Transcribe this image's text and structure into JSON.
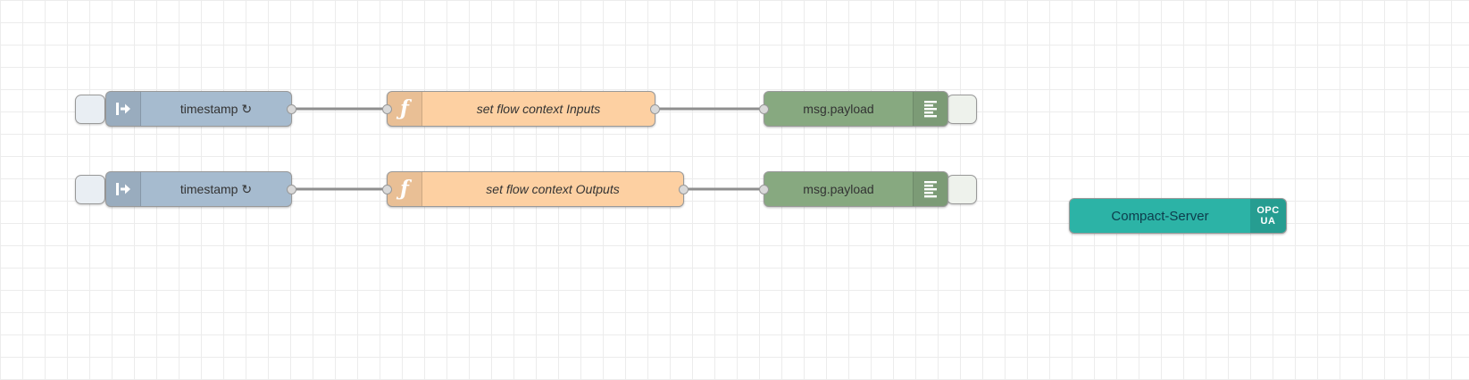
{
  "nodes": {
    "inject1": {
      "type": "inject",
      "label": "timestamp ↻"
    },
    "function1": {
      "type": "function",
      "label": "set flow context Inputs"
    },
    "debug1": {
      "type": "debug",
      "label": "msg.payload"
    },
    "inject2": {
      "type": "inject",
      "label": "timestamp ↻"
    },
    "function2": {
      "type": "function",
      "label": "set flow context Outputs"
    },
    "debug2": {
      "type": "debug",
      "label": "msg.payload"
    },
    "server1": {
      "type": "opcua-compact-server",
      "label": "Compact-Server",
      "badge_top": "OPC",
      "badge_bottom": "UA"
    }
  },
  "icons": {
    "function_glyph": "ƒ"
  },
  "wires": [
    {
      "from": "inject1",
      "to": "function1"
    },
    {
      "from": "function1",
      "to": "debug1"
    },
    {
      "from": "inject2",
      "to": "function2"
    },
    {
      "from": "function2",
      "to": "debug2"
    }
  ],
  "colors": {
    "inject_node": "#a6bbcf",
    "function_node": "#fdd0a2",
    "debug_node": "#87a980",
    "server_node": "#2cb3a6",
    "wire": "#8f8f8f",
    "port_fill": "#d9d9d9",
    "node_border": "#999999",
    "grid_line": "#ececec",
    "canvas_background": "#ffffff"
  }
}
